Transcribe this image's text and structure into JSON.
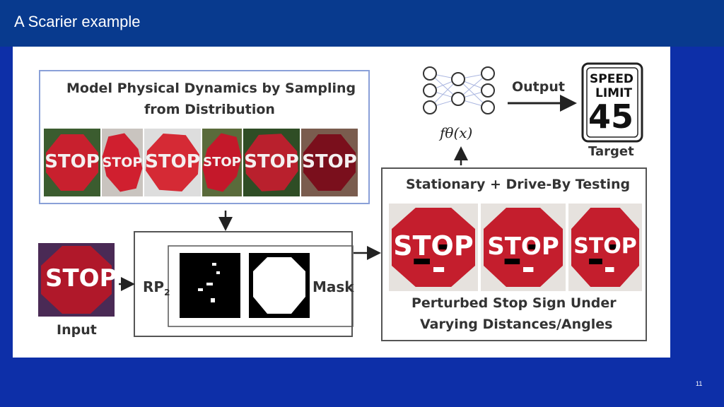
{
  "header": {
    "title": "A Scarier example"
  },
  "footer": {
    "page_number": "11"
  },
  "diagram": {
    "sampling_box": {
      "title_line1": "Model Physical Dynamics by Sampling",
      "title_line2": "from Distribution"
    },
    "sign_text": "STOP",
    "input_label": "Input",
    "rp2_label": "RP",
    "rp2_subscript": "2",
    "mask_label": "Mask",
    "network_label": "fθ(x)",
    "output_label": "Output",
    "target": {
      "line1": "SPEED",
      "line2": "LIMIT",
      "number": "45",
      "label": "Target"
    },
    "testing_box": {
      "title": "Stationary + Drive-By Testing",
      "caption_line1": "Perturbed Stop Sign Under",
      "caption_line2": "Varying Distances/Angles"
    },
    "colors": {
      "stop_red": "#c8202e",
      "frame_blue": "#8aa0d8",
      "frame_gray": "#555555"
    }
  }
}
